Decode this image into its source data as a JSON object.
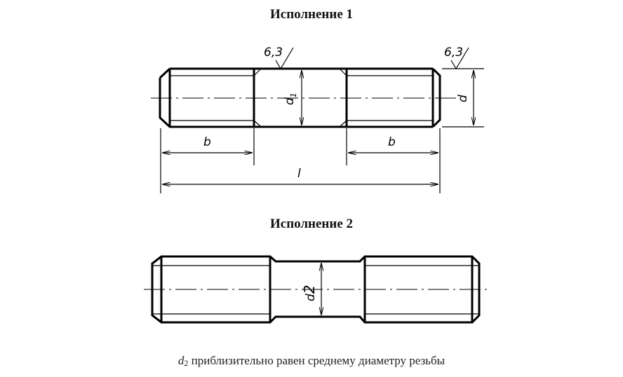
{
  "variant1": {
    "title": "Исполнение 1",
    "roughness_left": "6,3",
    "roughness_right": "6,3",
    "dim_d1": "d1",
    "dim_d": "d",
    "dim_b_left": "b",
    "dim_b_right": "b",
    "dim_l": "l"
  },
  "variant2": {
    "title": "Исполнение 2",
    "dim_d2": "d2"
  },
  "caption": {
    "symbol": "d",
    "subscript": "2",
    "text": " приблизительно равен среднему диаметру резьбы"
  }
}
